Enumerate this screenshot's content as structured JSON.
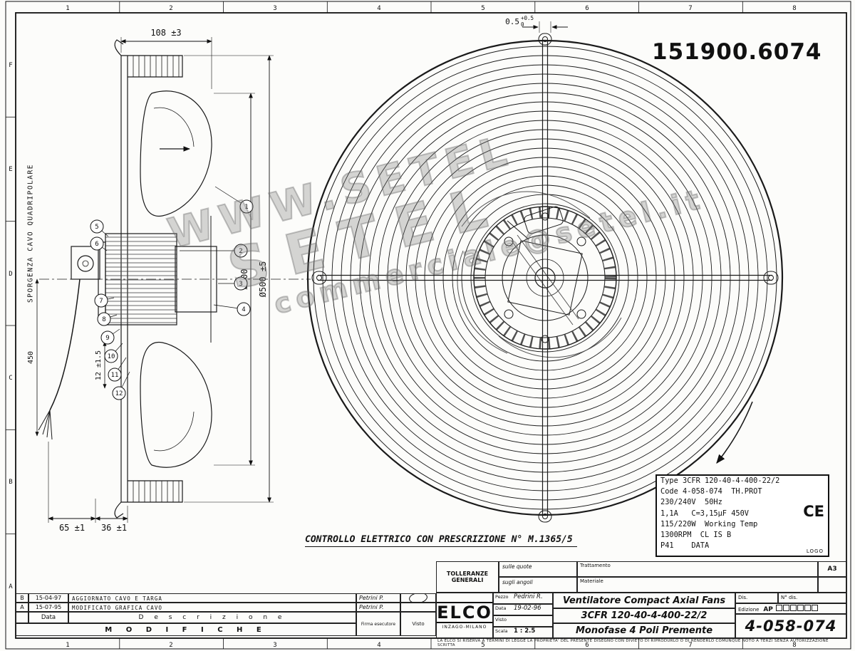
{
  "doc_number": "151900.6074",
  "watermark": {
    "line1": "WWW.SETEL",
    "line2": "SETEL",
    "line3": "commerciale@setel.it"
  },
  "sheet": {
    "zones_top": [
      "1",
      "2",
      "3",
      "4",
      "5",
      "6",
      "7",
      "8"
    ],
    "zones_bottom": [
      "1",
      "2",
      "3",
      "4",
      "5",
      "6",
      "7",
      "8"
    ],
    "zones_left": [
      "A",
      "B",
      "C",
      "D",
      "E",
      "F"
    ]
  },
  "side_view": {
    "cable_note": "SPORGENZA CAVO QUADRIPOLARE",
    "dims": {
      "top": "108 ±3",
      "bottom_left": "65 ±1",
      "bottom_right": "36 ±1",
      "blade_dia": "Ø400",
      "overall_dia": "Ø500 ±5",
      "cable_len": "450",
      "plate_gap": "12 ±1.5"
    },
    "balloons": [
      "1",
      "2",
      "3",
      "4",
      "5",
      "6",
      "7",
      "8",
      "9",
      "10",
      "11",
      "12"
    ]
  },
  "front_view": {
    "dim": "0.5",
    "tol_plus": "+0.5",
    "tol_minus": "0"
  },
  "spec_plate": {
    "lines": [
      "Type 3CFR 120-40-4-400-22/2",
      "Code 4-058-074  TH.PROT",
      "230/240V  50Hz",
      "1,1A   C=3,15µF 450V",
      "115/220W  Working Temp",
      "1300RPM  CL IS B",
      "P41    DATA"
    ],
    "ce": "CE",
    "logo": "LOGO"
  },
  "controllo_note": "CONTROLLO ELETTRICO CON PRESCRIZIONE N° M.1365/5",
  "revisions": {
    "rows": [
      {
        "rev": "B",
        "date": "15-04-97",
        "desc": "AGGIORNATO CAVO E TARGA",
        "sign": "Petrini P."
      },
      {
        "rev": "A",
        "date": "15-07-95",
        "desc": "MODIFICATO GRAFICA CAVO",
        "sign": "Petrini P."
      }
    ],
    "col_date": "Data",
    "col_desc": "D e s c r i z i o n e",
    "table_title": "M O D I F I C H E",
    "col_firma": "Firma esecutore",
    "col_visto": "Visto"
  },
  "titleblock": {
    "tolleranze_line1": "TOLLERANZE",
    "tolleranze_line2": "GENERALI",
    "tol_quote": "sulle quote",
    "tol_angoli": "sugli angoli",
    "trattamento": "Trattamento",
    "materiale": "Materiale",
    "format": "A3",
    "logo_name": "ELCO",
    "logo_sub": "INZAGO-MILANO",
    "rows": [
      {
        "label": "Pezzo",
        "value": "Pedrini R."
      },
      {
        "label": "Data",
        "value": "19-02-96"
      },
      {
        "label": "Visto",
        "value": ""
      },
      {
        "label": "Scala",
        "value": "1 : 2.5"
      }
    ],
    "title1": "Ventilatore Compact Axial Fans",
    "title2": "3CFR 120-40-4-400-22/2",
    "title3": "Monofase 4 Poli Premente",
    "dis_label": "Dis.",
    "ndis_label": "N° dis.",
    "edition_label": "Edizione",
    "edition_value": "AP",
    "drawing_number": "4-058-074",
    "footer_note": "LA ELCO SI RISERVA A TERMINI DI LEGGE LA PROPRIETA' DEL PRESENTE DISEGNO CON DIVIETO DI RIPRODURLO O DI RENDERLO COMUNQUE NOTO A TERZI SENZA AUTORIZZAZIONE SCRITTA"
  }
}
